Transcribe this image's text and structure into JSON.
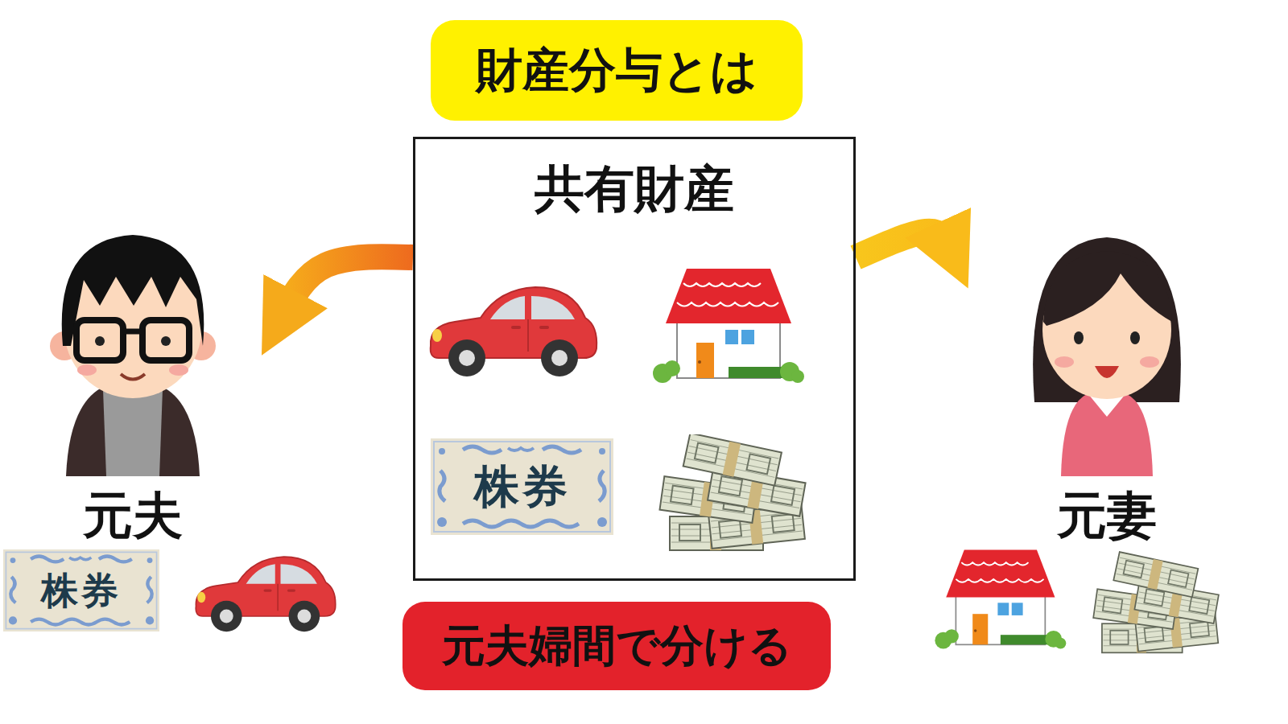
{
  "diagram": {
    "title": "財産分与とは",
    "nodes": [
      {
        "text": [
          "共有財産"
        ]
      },
      {
        "text": [
          "株券"
        ],
        "in": 0
      },
      {
        "text": [
          "元夫"
        ]
      },
      {
        "text": [
          "株券"
        ]
      },
      {
        "text": [
          "元妻"
        ]
      },
      {
        "text": [
          "元夫婦間で分ける"
        ]
      }
    ],
    "edges": [
      {
        "from": 0,
        "to": 2,
        "arrow": "to"
      },
      {
        "from": 0,
        "to": 4,
        "arrow": "to"
      }
    ]
  }
}
